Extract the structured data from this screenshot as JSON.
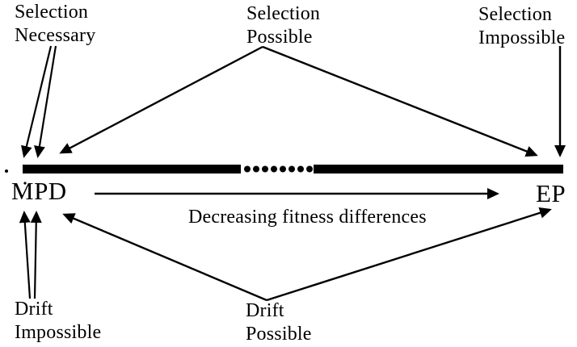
{
  "diagram": {
    "top_labels": {
      "selection_necessary": {
        "line1": "Selection",
        "line2": "Necessary"
      },
      "selection_possible": {
        "line1": "Selection",
        "line2": "Possible"
      },
      "selection_impossible": {
        "line1": "Selection",
        "line2": "Impossible"
      }
    },
    "continuum": {
      "left_endpoint": "MPD",
      "right_endpoint": "EP",
      "direction_caption": "Decreasing fitness differences",
      "middle_dot_count": 8
    },
    "bottom_labels": {
      "drift_impossible": {
        "line1": "Drift",
        "line2": "Impossible"
      },
      "drift_possible": {
        "line1": "Drift",
        "line2": "Possible"
      }
    },
    "colors": {
      "ink": "#000000",
      "background": "#ffffff"
    }
  }
}
